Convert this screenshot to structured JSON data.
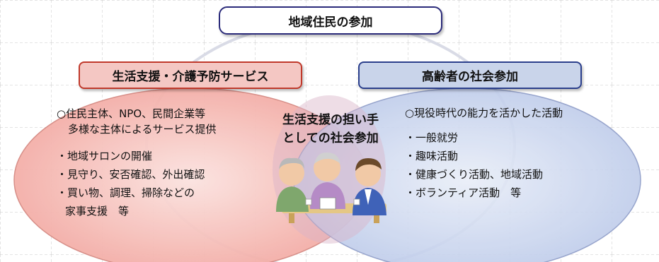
{
  "top_box": {
    "label": "地域住民の参加"
  },
  "left": {
    "header": "生活支援・介護予防サービス",
    "intro_line1": "○住民主体、NPO、民間企業等",
    "intro_line2": "多様な主体によるサービス提供",
    "items": [
      "・地域サロンの開催",
      "・見守り、安否確認、外出確認",
      "・買い物、調理、掃除などの",
      "家事支援　等"
    ]
  },
  "right": {
    "header": "高齢者の社会参加",
    "intro": "○現役時代の能力を活かした活動",
    "items": [
      "・一般就労",
      "・趣味活動",
      "・健康づくり活動、地域活動",
      "・ボランティア活動　等"
    ]
  },
  "center": {
    "line1": "生活支援の担い手",
    "line2": "としての社会参加"
  },
  "colors": {
    "left_fill": "#f5b9b3",
    "right_fill": "#c7d2ec",
    "top_outline": "#2b2b7a",
    "left_outline": "#c0392b",
    "right_outline": "#2b3f8c"
  }
}
